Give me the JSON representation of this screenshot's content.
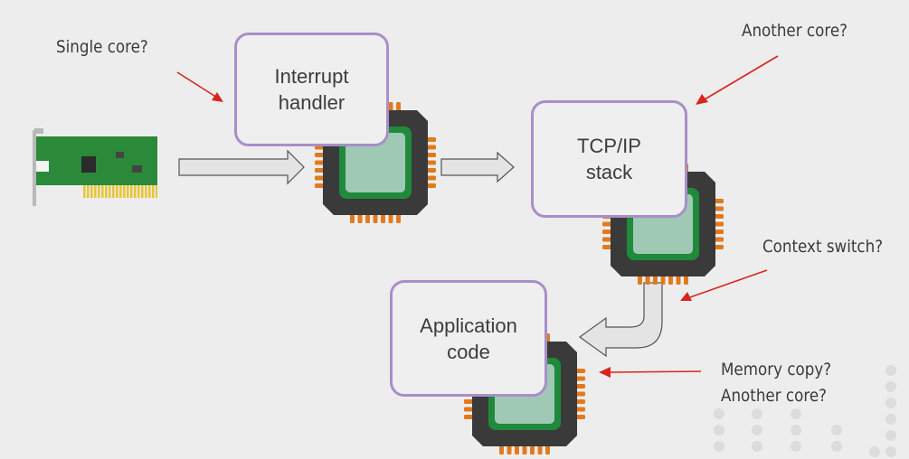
{
  "annotations": {
    "single_core": "Single core?",
    "another_core": "Another core?",
    "context_switch": "Context switch?",
    "memory_copy_line1": "Memory copy?",
    "memory_copy_line2": "Another core?"
  },
  "boxes": {
    "interrupt_handler": {
      "line1": "Interrupt",
      "line2": "handler"
    },
    "tcpip_stack": {
      "line1": "TCP/IP",
      "line2": "stack"
    },
    "application_code": {
      "line1": "Application",
      "line2": "code"
    }
  },
  "icons": {
    "nic": "network-card-icon",
    "cpu": "cpu-chip-icon",
    "arrow": "flow-arrow-icon"
  },
  "colors": {
    "background": "#ededed",
    "box_border": "#a98ec9",
    "arrow_red": "#d7261e",
    "chip_body": "#3a3a3a",
    "chip_pin": "#e07a1e",
    "chip_green": "#1f8a3c",
    "chip_core": "#9fc9b4",
    "pcb_green": "#2a8a3a",
    "gold": "#e8c53a"
  }
}
